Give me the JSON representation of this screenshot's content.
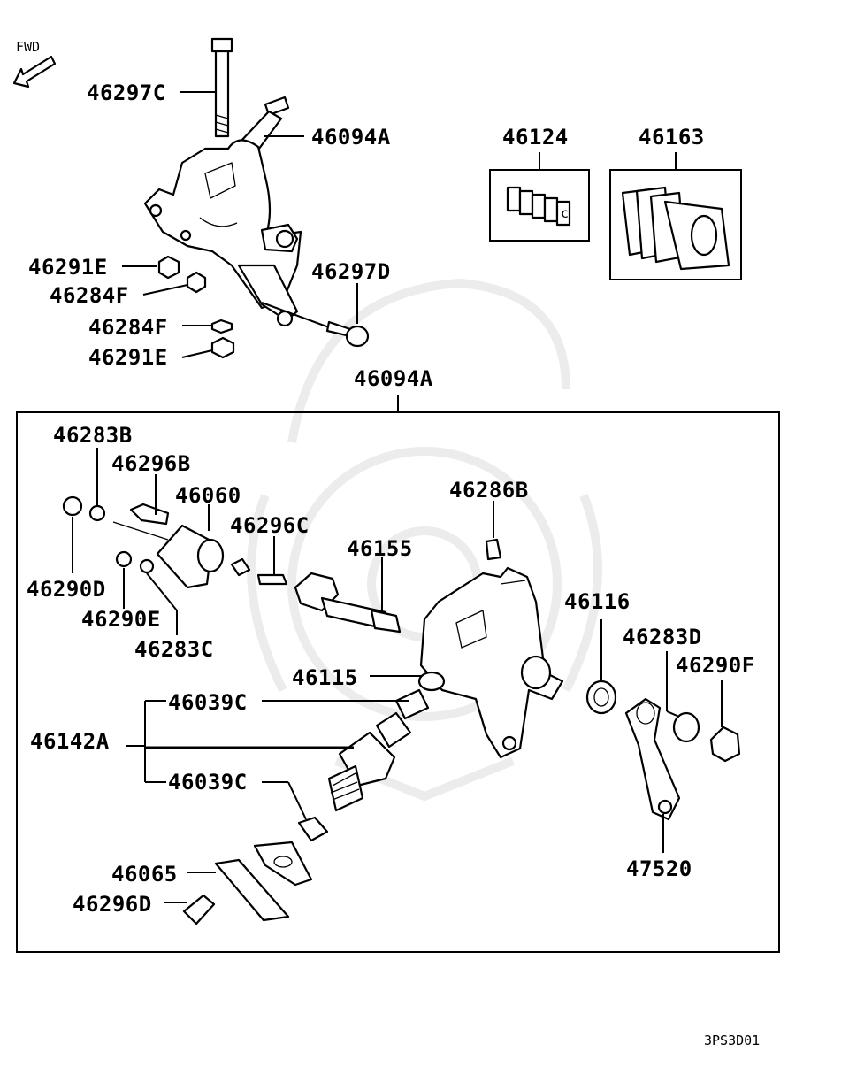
{
  "fwd_label": "FWD",
  "diagram_code": "3PS3D01",
  "upper_assembly": {
    "bolt_top": "46297C",
    "gearbox": "46094A",
    "nut_left": "46291E",
    "washer_left": "46284F",
    "washer_lower": "46284F",
    "nut_lower": "46291E",
    "bolt_side": "46297D"
  },
  "kits": {
    "kit_1": "46124",
    "kit_2": "46163"
  },
  "exploded_assembly": {
    "title": "46094A",
    "parts": {
      "p46283B": "46283B",
      "p46296B": "46296B",
      "p46060": "46060",
      "p46296C": "46296C",
      "p46286B": "46286B",
      "p46155": "46155",
      "p46290D": "46290D",
      "p46290E": "46290E",
      "p46283C": "46283C",
      "p46116": "46116",
      "p46283D": "46283D",
      "p46290F": "46290F",
      "p46115": "46115",
      "p46039C_top": "46039C",
      "p46142A": "46142A",
      "p46039C_bottom": "46039C",
      "p46065": "46065",
      "p46296D": "46296D",
      "p47520": "47520"
    }
  }
}
